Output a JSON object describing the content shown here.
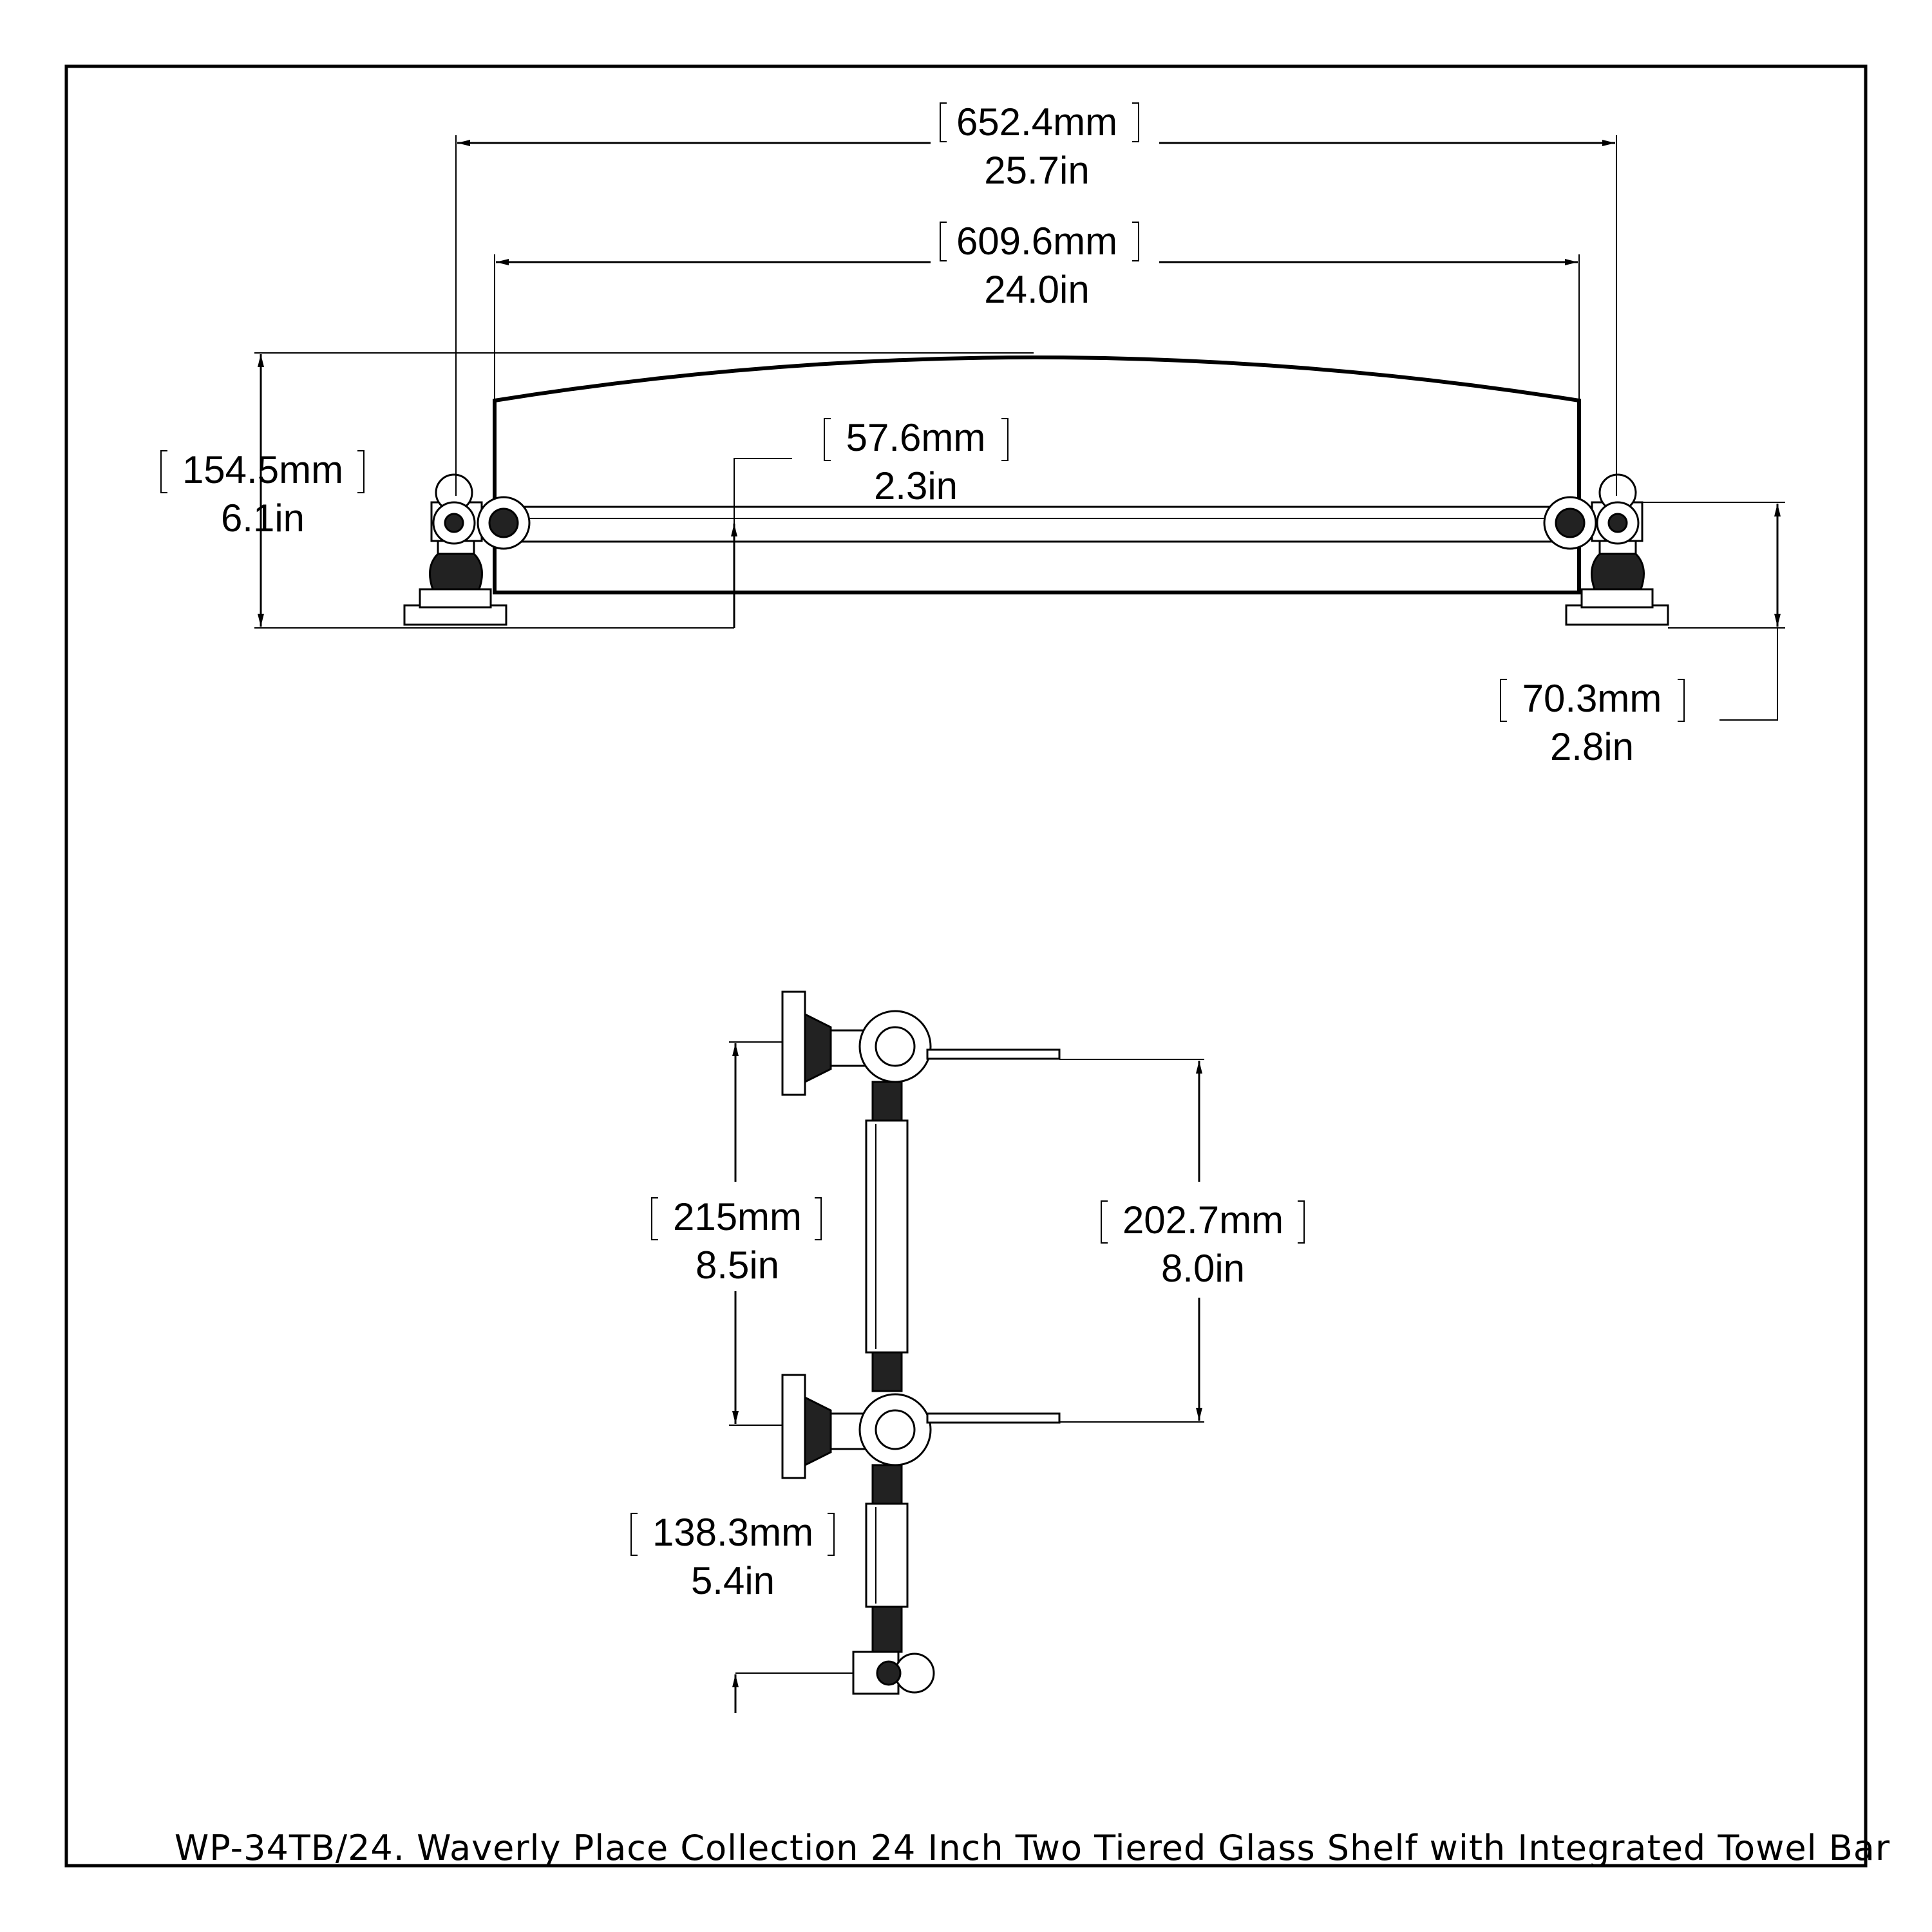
{
  "dimensions": {
    "overall_width": {
      "mm": "652.4mm",
      "in": "25.7in"
    },
    "shelf_width": {
      "mm": "609.6mm",
      "in": "24.0in"
    },
    "total_depth": {
      "mm": "154.5mm",
      "in": "6.1in"
    },
    "bar_offset": {
      "mm": "57.6mm",
      "in": "2.3in"
    },
    "bracket_depth": {
      "mm": "70.3mm",
      "in": "2.8in"
    },
    "post_spacing": {
      "mm": "215mm",
      "in": "8.5in"
    },
    "shelf_spacing": {
      "mm": "202.7mm",
      "in": "8.0in"
    },
    "bar_drop": {
      "mm": "138.3mm",
      "in": "5.4in"
    }
  },
  "caption": "WP-34TB/24. Waverly Place Collection 24 Inch Two Tiered Glass Shelf with Integrated Towel Bar"
}
